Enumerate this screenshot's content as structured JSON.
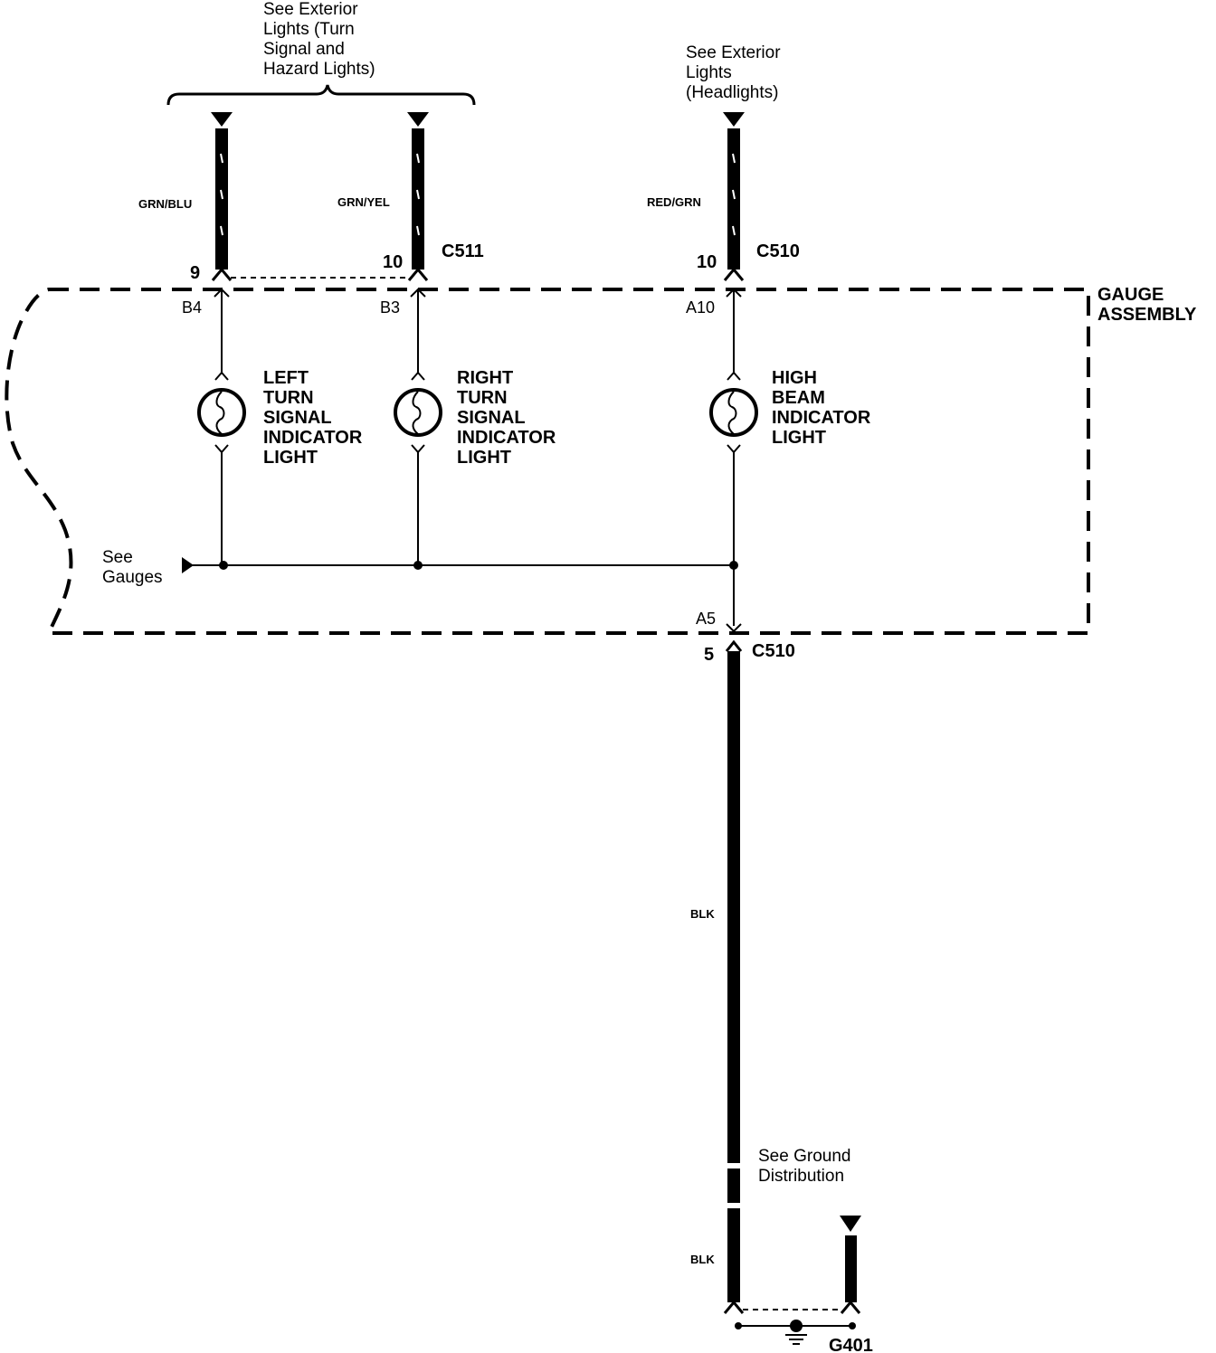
{
  "references": {
    "turn_hazard": [
      "See Exterior",
      "Lights (Turn",
      "Signal and",
      "Hazard Lights)"
    ],
    "headlights": [
      "See Exterior",
      "Lights",
      "(Headlights)"
    ],
    "gauges": [
      "See",
      "Gauges"
    ],
    "ground": [
      "See Ground",
      "Distribution"
    ]
  },
  "wires": {
    "left": "GRN/BLU",
    "right": "GRN/YEL",
    "high": "RED/GRN",
    "ground_upper": "BLK",
    "ground_lower": "BLK"
  },
  "connectors": {
    "c511": "C511",
    "c510_top": "C510",
    "c510_bottom": "C510"
  },
  "pins": {
    "left_num": "9",
    "right_num": "10",
    "high_num": "10",
    "ground_num": "5",
    "b4": "B4",
    "b3": "B3",
    "a10": "A10",
    "a5": "A5"
  },
  "assembly": [
    "GAUGE",
    "ASSEMBLY"
  ],
  "lights": {
    "left": [
      "LEFT",
      "TURN",
      "SIGNAL",
      "INDICATOR",
      "LIGHT"
    ],
    "right": [
      "RIGHT",
      "TURN",
      "SIGNAL",
      "INDICATOR",
      "LIGHT"
    ],
    "high": [
      "HIGH",
      "BEAM",
      "INDICATOR",
      "LIGHT"
    ]
  },
  "ground_point": "G401"
}
